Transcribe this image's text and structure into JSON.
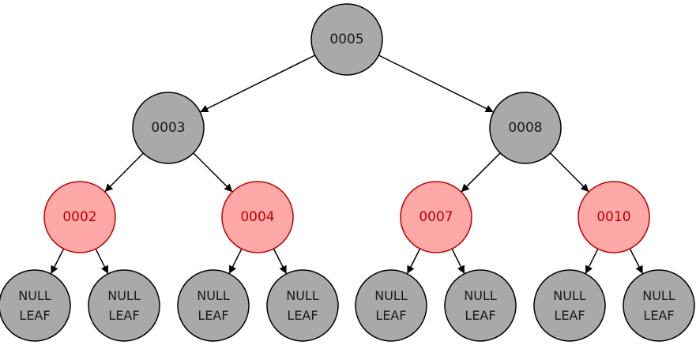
{
  "tree": {
    "colors": {
      "black_fill": "#a9a9a9",
      "black_stroke": "#000000",
      "black_text": "#1a1a1a",
      "red_fill": "#ffa8a8",
      "red_stroke": "#c00000",
      "red_text": "#c00000",
      "edge": "#000000"
    },
    "nodes": [
      {
        "id": "n5",
        "label": "0005",
        "color": "black"
      },
      {
        "id": "n3",
        "label": "0003",
        "color": "black"
      },
      {
        "id": "n8",
        "label": "0008",
        "color": "black"
      },
      {
        "id": "n2",
        "label": "0002",
        "color": "red"
      },
      {
        "id": "n4",
        "label": "0004",
        "color": "red"
      },
      {
        "id": "n7",
        "label": "0007",
        "color": "red"
      },
      {
        "id": "n10",
        "label": "0010",
        "color": "red"
      },
      {
        "id": "l1",
        "label": "NULL\nLEAF",
        "color": "black"
      },
      {
        "id": "l2",
        "label": "NULL\nLEAF",
        "color": "black"
      },
      {
        "id": "l3",
        "label": "NULL\nLEAF",
        "color": "black"
      },
      {
        "id": "l4",
        "label": "NULL\nLEAF",
        "color": "black"
      },
      {
        "id": "l5",
        "label": "NULL\nLEAF",
        "color": "black"
      },
      {
        "id": "l6",
        "label": "NULL\nLEAF",
        "color": "black"
      },
      {
        "id": "l7",
        "label": "NULL\nLEAF",
        "color": "black"
      },
      {
        "id": "l8",
        "label": "NULL\nLEAF",
        "color": "black"
      }
    ],
    "edges": [
      [
        "n5",
        "n3"
      ],
      [
        "n5",
        "n8"
      ],
      [
        "n3",
        "n2"
      ],
      [
        "n3",
        "n4"
      ],
      [
        "n8",
        "n7"
      ],
      [
        "n8",
        "n10"
      ],
      [
        "n2",
        "l1"
      ],
      [
        "n2",
        "l2"
      ],
      [
        "n4",
        "l3"
      ],
      [
        "n4",
        "l4"
      ],
      [
        "n7",
        "l5"
      ],
      [
        "n7",
        "l6"
      ],
      [
        "n10",
        "l7"
      ],
      [
        "n10",
        "l8"
      ]
    ]
  }
}
